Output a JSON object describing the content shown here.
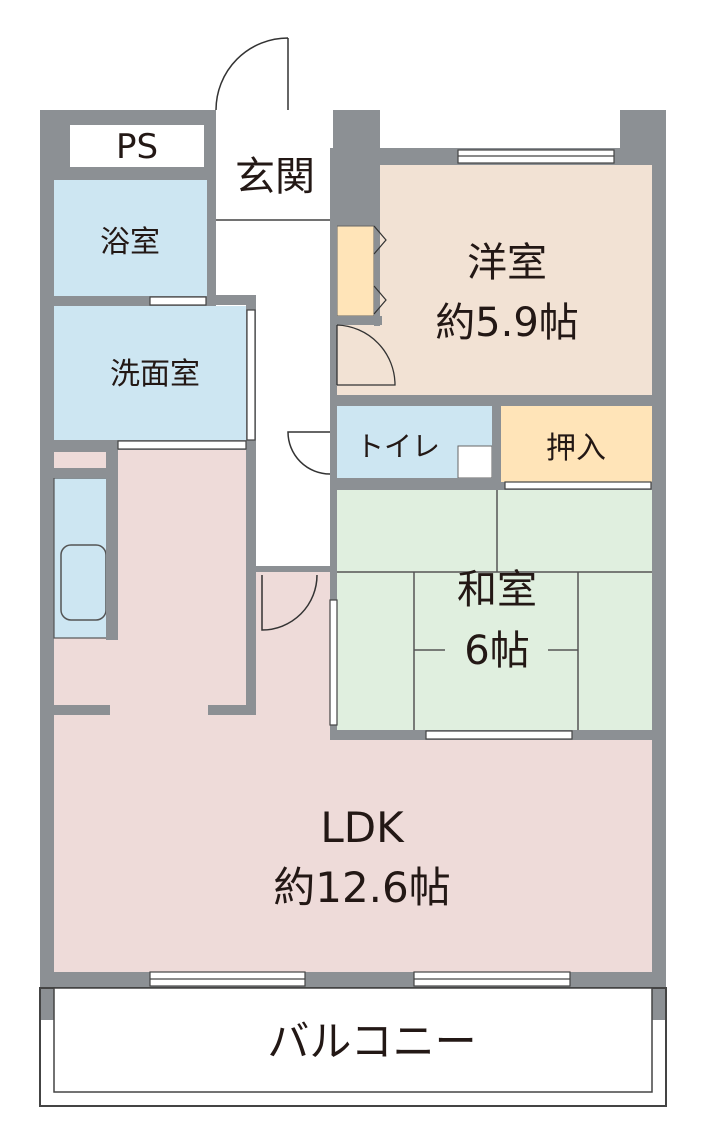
{
  "colors": {
    "wall": "#8c9094",
    "bath": "#cde6f2",
    "western": "#f2e2d4",
    "closet": "#ffe4b8",
    "japanese": "#e0efdf",
    "ldk": "#eedbd9",
    "corridor": "#ffffff",
    "line": "#333333"
  },
  "rooms": {
    "ps": "PS",
    "entrance": "玄関",
    "bathroom": "浴室",
    "washroom": "洗面室",
    "western": {
      "name": "洋室",
      "size": "約5.9帖"
    },
    "toilet": "トイレ",
    "closet": "押入",
    "japanese": {
      "name": "和室",
      "size": "6帖"
    },
    "ldk": {
      "name": "LDK",
      "size": "約12.6帖"
    },
    "balcony": "バルコニー"
  }
}
